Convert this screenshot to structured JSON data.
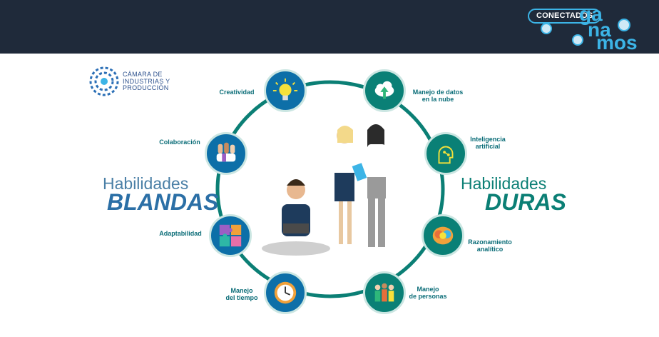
{
  "header": {
    "logo_pill": "CONECTADOS",
    "logo_line1": "ga",
    "logo_line2": "na",
    "logo_line3": "mos"
  },
  "camara": {
    "line1": "CÁMARA DE",
    "line2": "INDUSTRIAS Y",
    "line3": "PRODUCCIÓN"
  },
  "soft": {
    "title": "Habilidades",
    "big": "BLANDAS",
    "items": [
      {
        "label": "Creatividad",
        "icon": "lightbulb-icon"
      },
      {
        "label": "Colaboración",
        "icon": "hands-icon"
      },
      {
        "label": "Adaptabilidad",
        "icon": "puzzle-icon"
      },
      {
        "label_line1": "Manejo",
        "label_line2": "del tiempo",
        "icon": "clock-icon"
      }
    ]
  },
  "hard": {
    "title": "Habilidades",
    "big": "DURAS",
    "items": [
      {
        "label_line1": "Manejo de datos",
        "label_line2": "en la nube",
        "icon": "cloud-upload-icon"
      },
      {
        "label_line1": "Inteligencia",
        "label_line2": "artificial",
        "icon": "ai-head-icon"
      },
      {
        "label_line1": "Razonamiento",
        "label_line2": "analítico",
        "icon": "brain-icon"
      },
      {
        "label_line1": "Manejo",
        "label_line2": "de personas",
        "icon": "people-icon"
      }
    ]
  },
  "colors": {
    "header_bg": "#1f2a3a",
    "accent_blue": "#3cb4e6",
    "teal": "#0a8076",
    "soft_blue": "#2b6fa6"
  }
}
